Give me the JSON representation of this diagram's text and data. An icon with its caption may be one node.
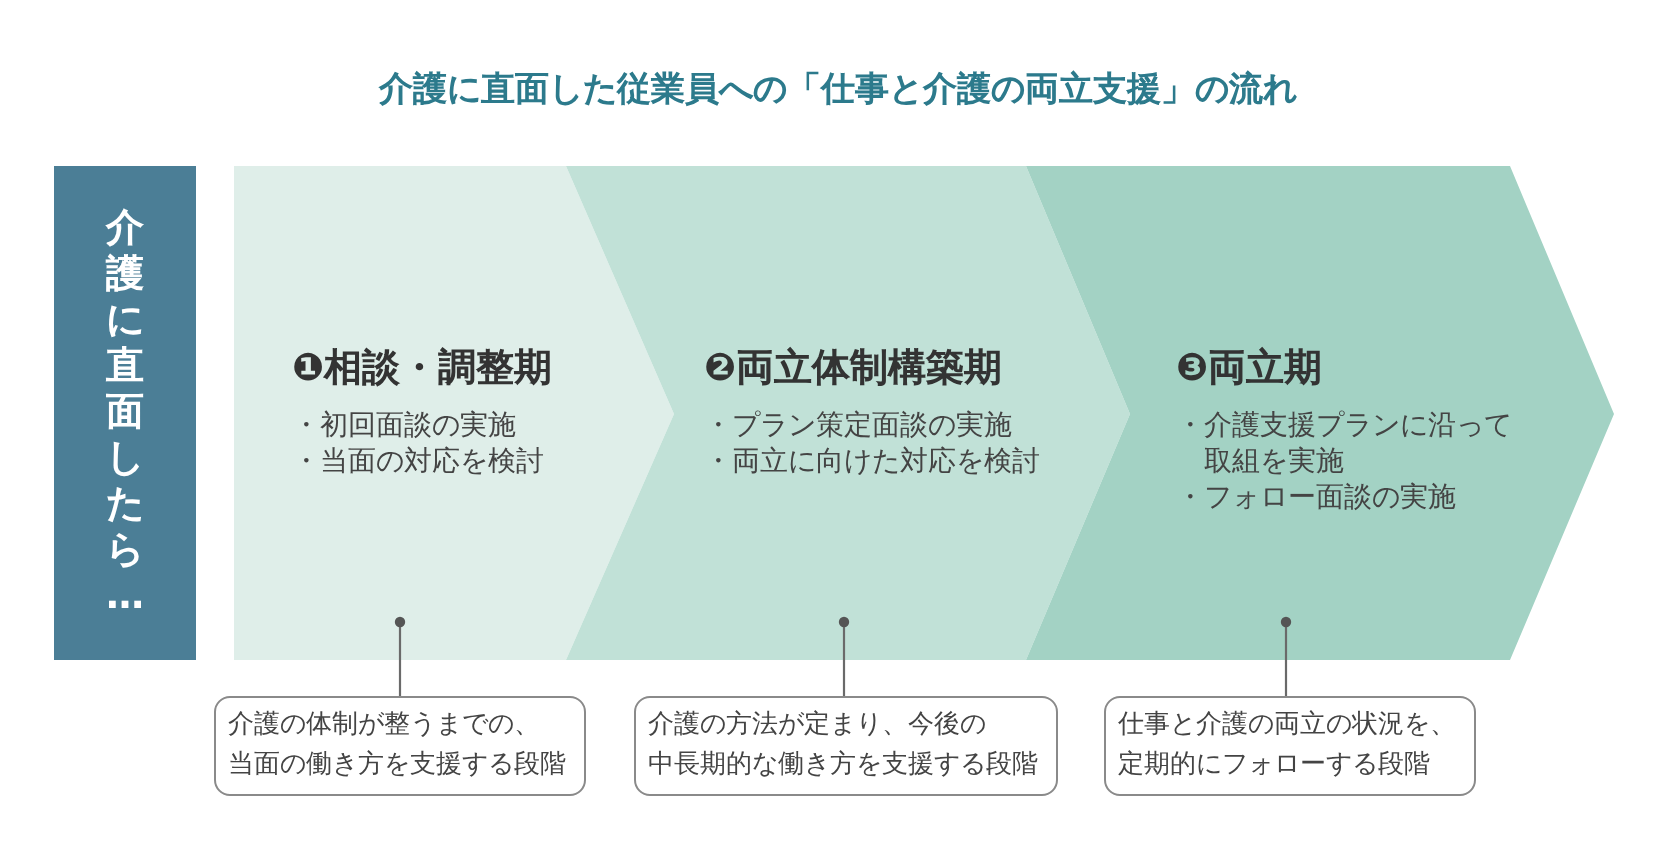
{
  "diagram": {
    "title": "介護に直面した従業員への「仕事と介護の両立支援」の流れ",
    "nodes": [
      {
        "text": [
          "介護に直面したら…"
        ]
      },
      {
        "text": [
          "❶相談・調整期",
          "・初回面談の実施",
          "・当面の対応を検討"
        ]
      },
      {
        "text": [
          "❷両立体制構築期",
          "・プラン策定面談の実施",
          "・両立に向けた対応を検討"
        ]
      },
      {
        "text": [
          "❸両立期",
          "・介護支援プランに沿って取組を実施",
          "・フォロー面談の実施"
        ]
      },
      {
        "text": [
          "介護の体制が整うまでの、当面の働き方を支援する段階"
        ]
      },
      {
        "text": [
          "介護の方法が定まり、今後の中長期的な働き方を支援する段階"
        ]
      },
      {
        "text": [
          "仕事と介護の両立の状況を、定期的にフォローする段階"
        ]
      }
    ],
    "edges": [
      {
        "from": 4,
        "to": 1,
        "arrow": "other"
      },
      {
        "from": 5,
        "to": 2,
        "arrow": "other"
      },
      {
        "from": 6,
        "to": 3,
        "arrow": "other"
      }
    ]
  }
}
